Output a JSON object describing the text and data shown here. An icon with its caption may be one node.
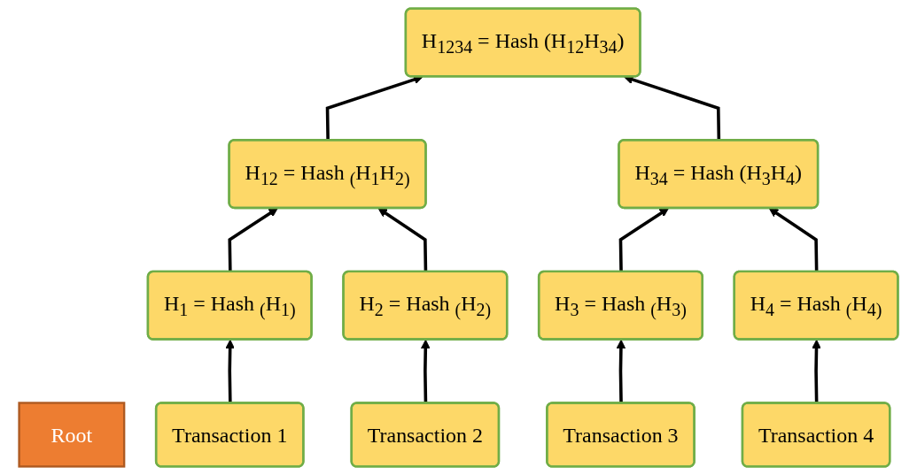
{
  "diagram": {
    "nodes": [
      {
        "text": [
          "Root"
        ]
      },
      {
        "text": [
          "H$_{1234}$ = Hash (H$_{12}$H$_{34}$)"
        ]
      },
      {
        "text": [
          "H$_{12}$ = Hash $_{(}$H$_{1}$H$_{2)}$"
        ]
      },
      {
        "text": [
          "H$_{34}$ = Hash (H$_{3}$H$_{4}$)"
        ]
      },
      {
        "text": [
          "H$_{1}$ = Hash $_{(}$H$_{1)}$"
        ]
      },
      {
        "text": [
          "H$_{2}$ = Hash $_{(}$H$_{2)}$"
        ]
      },
      {
        "text": [
          "H$_{3}$ = Hash $_{(}$H$_{3)}$"
        ]
      },
      {
        "text": [
          "H$_{4}$ = Hash $_{(}$H$_{4)}$"
        ]
      },
      {
        "text": [
          "Transaction 1"
        ]
      },
      {
        "text": [
          "Transaction 2"
        ]
      },
      {
        "text": [
          "Transaction 3"
        ]
      },
      {
        "text": [
          "Transaction 4"
        ]
      }
    ],
    "edges": [
      {
        "from": 2,
        "to": 1,
        "arrow": "to"
      },
      {
        "from": 3,
        "to": 1,
        "arrow": "to"
      },
      {
        "from": 4,
        "to": 2,
        "arrow": "to"
      },
      {
        "from": 5,
        "to": 2,
        "arrow": "to"
      },
      {
        "from": 6,
        "to": 3,
        "arrow": "to"
      },
      {
        "from": 7,
        "to": 3,
        "arrow": "to"
      },
      {
        "from": 8,
        "to": 4,
        "arrow": "to"
      },
      {
        "from": 9,
        "to": 5,
        "arrow": "to"
      },
      {
        "from": 10,
        "to": 6,
        "arrow": "to"
      },
      {
        "from": 11,
        "to": 7,
        "arrow": "to"
      }
    ]
  }
}
